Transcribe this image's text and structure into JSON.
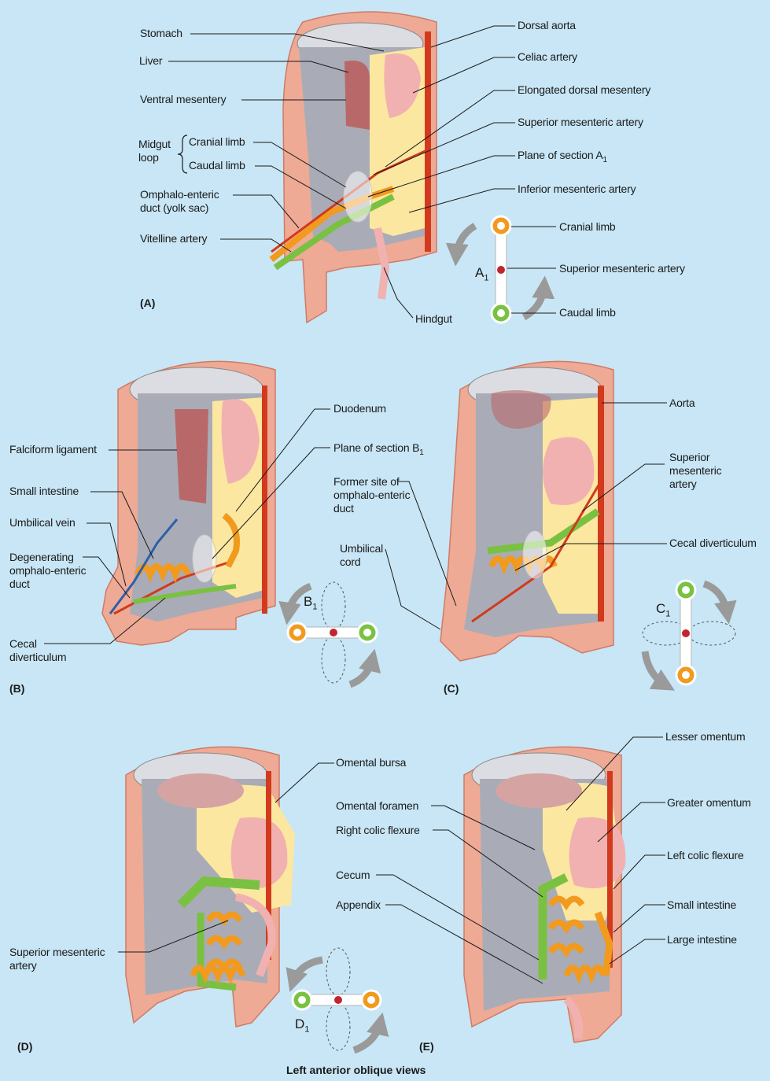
{
  "panels": {
    "a": {
      "tag": "(A)",
      "labels": {
        "stomach": "Stomach",
        "liver": "Liver",
        "ventral_mesentery": "Ventral mesentery",
        "midgut_loop": "Midgut loop",
        "cranial_limb": "Cranial limb",
        "caudal_limb": "Caudal limb",
        "omphalo_enteric_duct": "Omphalo-enteric duct (yolk sac)",
        "vitelline_artery": "Vitelline artery",
        "dorsal_aorta": "Dorsal aorta",
        "celiac_artery": "Celiac artery",
        "elongated_dorsal_mesentery": "Elongated dorsal mesentery",
        "superior_mesenteric_artery": "Superior mesenteric artery",
        "plane_of_section": "Plane of section A",
        "plane_sub": "1",
        "inferior_mesenteric_artery": "Inferior mesenteric artery",
        "hindgut": "Hindgut"
      },
      "section": {
        "name": "A",
        "sub": "1",
        "cranial_limb": "Cranial limb",
        "superior_mesenteric_artery": "Superior mesenteric artery",
        "caudal_limb": "Caudal limb"
      }
    },
    "b": {
      "tag": "(B)",
      "labels": {
        "falciform_ligament": "Falciform ligament",
        "small_intestine": "Small intestine",
        "umbilical_vein": "Umbilical vein",
        "degenerating_duct": "Degenerating omphalo-enteric duct",
        "cecal_diverticulum": "Cecal diverticulum",
        "duodenum": "Duodenum",
        "plane_of_section": "Plane of section B",
        "plane_sub": "1"
      },
      "section": {
        "name": "B",
        "sub": "1"
      }
    },
    "c": {
      "tag": "(C)",
      "labels": {
        "former_site": "Former site of omphalo-enteric duct",
        "umbilical_cord": "Umbilical cord",
        "aorta": "Aorta",
        "superior_mesenteric_artery": "Superior mesenteric artery",
        "cecal_diverticulum": "Cecal diverticulum"
      },
      "section": {
        "name": "C",
        "sub": "1"
      }
    },
    "d": {
      "tag": "(D)",
      "labels": {
        "omental_bursa": "Omental bursa",
        "superior_mesenteric_artery": "Superior mesenteric artery"
      },
      "section": {
        "name": "D",
        "sub": "1"
      }
    },
    "e": {
      "tag": "(E)",
      "labels": {
        "lesser_omentum": "Lesser omentum",
        "greater_omentum": "Greater omentum",
        "omental_foramen": "Omental foramen",
        "right_colic_flexure": "Right colic flexure",
        "left_colic_flexure": "Left colic flexure",
        "cecum": "Cecum",
        "appendix": "Appendix",
        "small_intestine": "Small intestine",
        "large_intestine": "Large intestine"
      }
    }
  },
  "footer": "Left anterior oblique views",
  "colors": {
    "background": "#c8e6f5",
    "body_wall": "#eeaa95",
    "body_wall_dark": "#cf7a66",
    "cavity": "#a9acb6",
    "cavity_light": "#dcdde2",
    "mesentery": "#fbe7a0",
    "artery": "#d23a1e",
    "liver": "#b9686a",
    "stomach": "#f2b1b1",
    "small_intestine": "#f19a1e",
    "large_intestine": "#7ac142",
    "vein": "#2f5fa8",
    "arrow": "#9a9a9a"
  }
}
